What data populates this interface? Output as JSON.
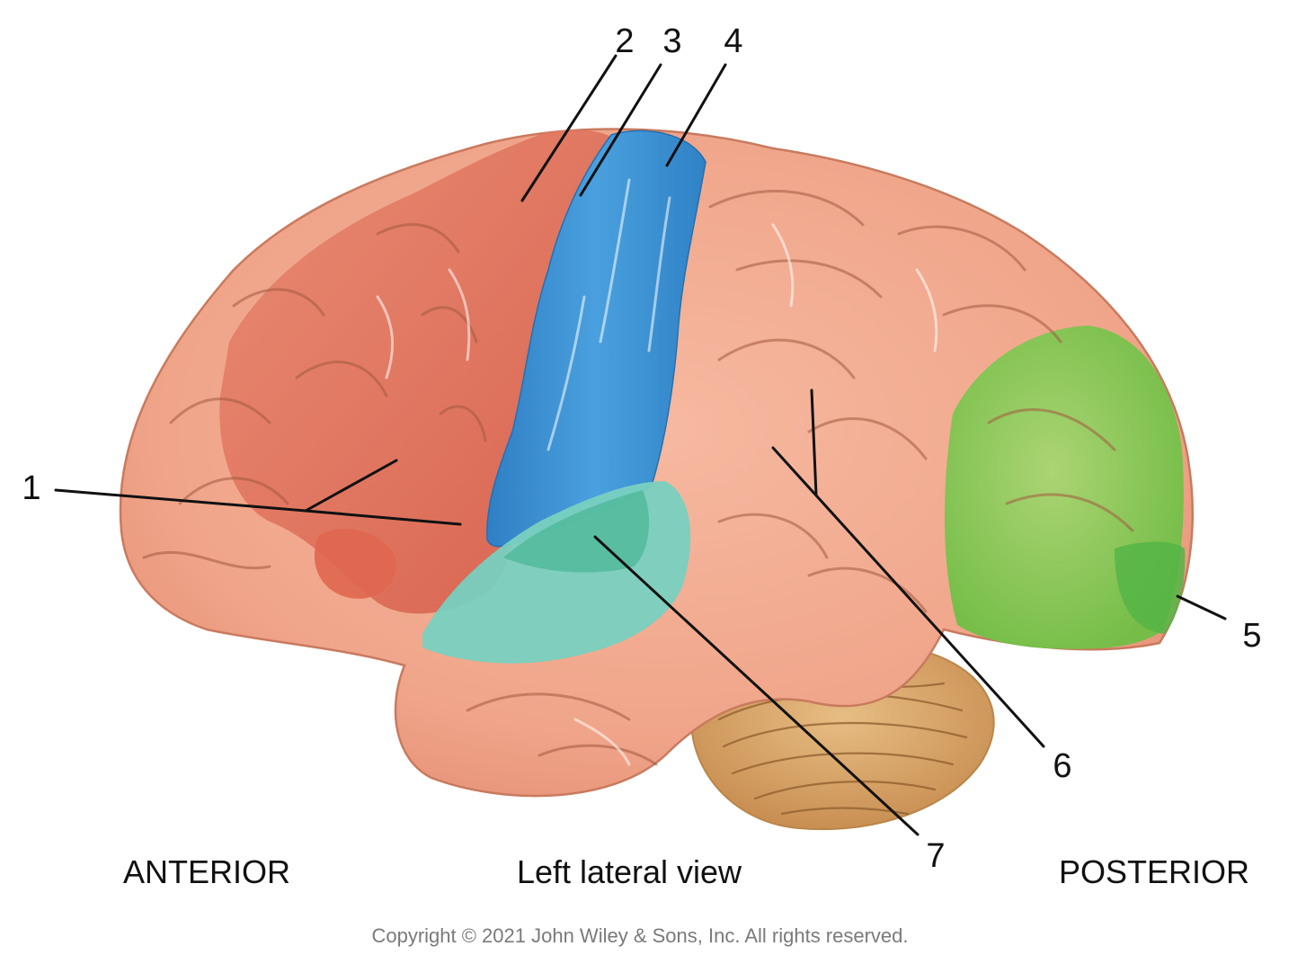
{
  "figure": {
    "labels": [
      "1",
      "2",
      "3",
      "4",
      "5",
      "6",
      "7"
    ],
    "captions": {
      "anterior": "ANTERIOR",
      "view": "Left lateral view",
      "posterior": "POSTERIOR"
    },
    "copyright": "Copyright © 2021 John Wiley & Sons, Inc. All rights reserved."
  },
  "colors": {
    "cortex": "#f0a58a",
    "red_region": "#df6e5a",
    "blue_region": "#3f93d4",
    "green_region": "#8cc85a",
    "teal_region": "#72cdbb",
    "cerebellum": "#d9a86c"
  }
}
